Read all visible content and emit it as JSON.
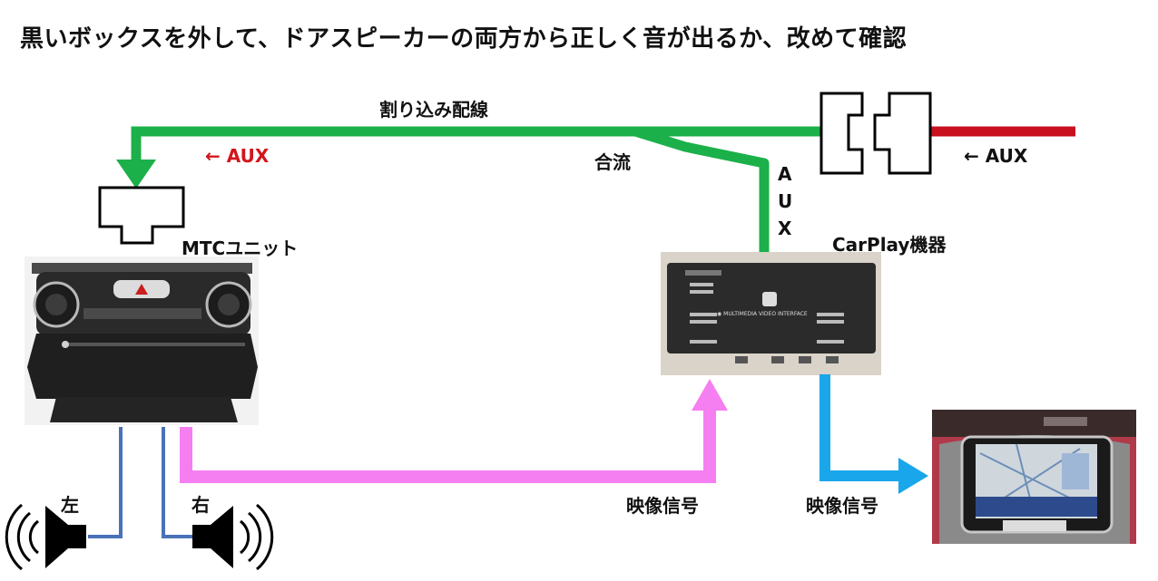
{
  "title": "黒いボックスを外して、ドアスピーカーの両方から正しく音が出るか、改めて確認",
  "labels": {
    "warikomi": "割り込み配線",
    "aux_left": "← AUX",
    "aux_right": "← AUX",
    "gouryu": "合流",
    "aux_vertical": [
      "A",
      "U",
      "X"
    ],
    "mtc_unit": "MTCユニット",
    "carplay": "CarPlay機器",
    "eizo_left": "映像信号",
    "eizo_right": "映像信号",
    "speaker_left": "左",
    "speaker_right": "右",
    "device_text": "◉ MULTIMEDIA VIDEO INTERFACE"
  },
  "colors": {
    "green": "#1cb04a",
    "red": "#c8101f",
    "pink": "#f57ff0",
    "blue": "#1aa6ea",
    "speaker_wire": "#4a72b8"
  }
}
